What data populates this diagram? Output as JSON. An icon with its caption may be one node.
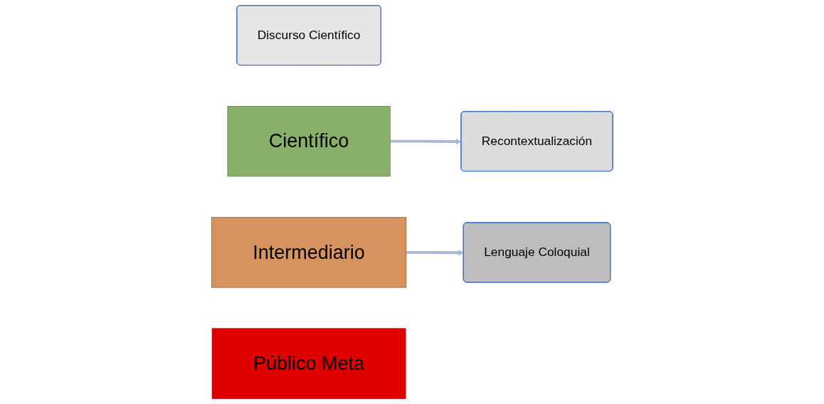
{
  "diagram": {
    "nodes": [
      {
        "text": [
          "Discurso Científico"
        ]
      },
      {
        "text": [
          "Científico"
        ]
      },
      {
        "text": [
          "Recontextualización"
        ]
      },
      {
        "text": [
          "Intermediario"
        ]
      },
      {
        "text": [
          "Lenguaje Coloquial"
        ]
      },
      {
        "text": [
          "Público Meta"
        ]
      }
    ],
    "edges": [
      {
        "from": 1,
        "to": 2,
        "arrow": "to"
      },
      {
        "from": 3,
        "to": 4,
        "arrow": "to"
      }
    ]
  }
}
